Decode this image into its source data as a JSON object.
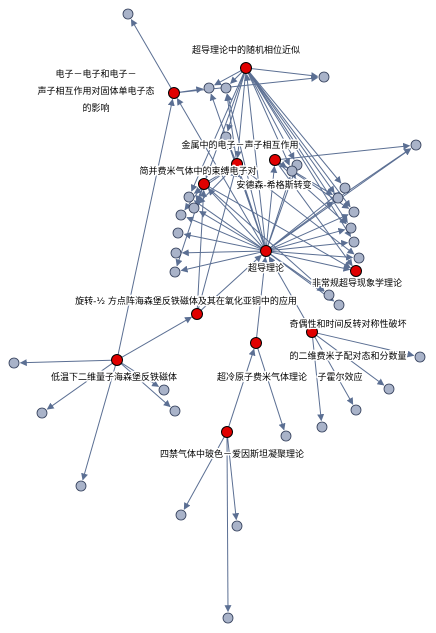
{
  "labels": {
    "random_phase": "超导理论中的随机相位近似",
    "electron_phonon_line1": "电子－电子和电子－",
    "electron_phonon_line2": "声子相互作用对固体单电子态",
    "electron_phonon_line3": "的影响",
    "metal_electron_phonon": "金属中的电子－声子相互作用",
    "bound_pair": "简并费米气体中的束缚电子对",
    "anderson_higgs": "安德森-希格斯转变",
    "superconductivity": "超导理论",
    "unconventional": "非常规超导现象学理论",
    "spin_half": "旋转-½ 方点阵海森堡反铁磁体及其在氧化亚铜中的应用",
    "parity_line1": "奇偶性和时间反转对称性破坏",
    "parity_line2": "的二维费米子配对态和分数量",
    "parity_line3": "子霍尔效应",
    "low_temp_heisenberg": "低温下二维量子海森堡反铁磁体",
    "ultracold_fermi": "超冷原子费米气体理论",
    "bec_condensate": "四禁气体中玻色－爱因斯坦凝聚理论"
  },
  "colors": {
    "edge": "#5b6f93",
    "red_node": "#e00000",
    "gray_node": "#a9b3c9"
  }
}
